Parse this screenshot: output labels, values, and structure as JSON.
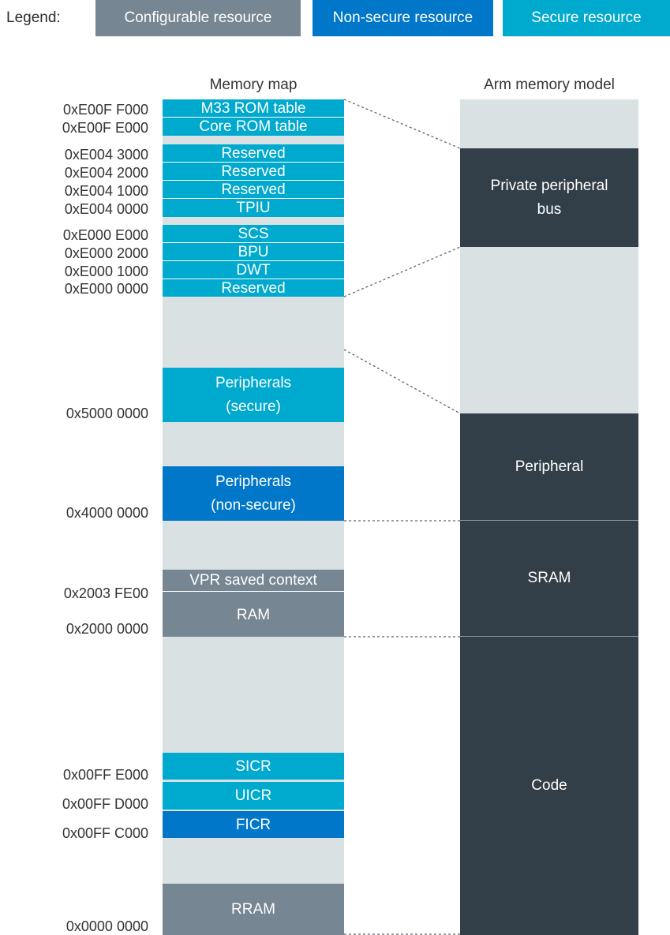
{
  "legend": {
    "label": "Legend:",
    "configurable": "Configurable resource",
    "non_secure": "Non-secure resource",
    "secure": "Secure resource"
  },
  "colors": {
    "secure": "#00a9ce",
    "non_secure": "#0077c8",
    "configurable": "#768692",
    "empty": "#d9e1e2",
    "arm_region": "#333f48"
  },
  "memory_map": {
    "title": "Memory map",
    "blocks": {
      "m33_rom_table": "M33 ROM table",
      "core_rom_table": "Core ROM table",
      "reserved_3000": "Reserved",
      "reserved_2000": "Reserved",
      "reserved_1000": "Reserved",
      "tpiu": "TPIU",
      "scs": "SCS",
      "bpu": "BPU",
      "dwt": "DWT",
      "reserved_0000": "Reserved",
      "peripherals_secure_1": "Peripherals",
      "peripherals_secure_2": "(secure)",
      "peripherals_nonsecure_1": "Peripherals",
      "peripherals_nonsecure_2": "(non-secure)",
      "vpr_saved_context": "VPR saved context",
      "ram": "RAM",
      "sicr": "SICR",
      "uicr": "UICR",
      "ficr": "FICR",
      "rram": "RRAM"
    },
    "addresses": {
      "e00ff000": "0xE00F F000",
      "e00fe000": "0xE00F E000",
      "e0043000": "0xE004 3000",
      "e0042000": "0xE004 2000",
      "e0041000": "0xE004 1000",
      "e0040000": "0xE004 0000",
      "e000e000": "0xE000 E000",
      "e0002000": "0xE000 2000",
      "e0001000": "0xE000 1000",
      "e0000000": "0xE000 0000",
      "p50000000": "0x5000 0000",
      "p40000000": "0x4000 0000",
      "r2003fe00": "0x2003 FE00",
      "r20000000": "0x2000 0000",
      "c00ffe000": "0x00FF E000",
      "c00ffd000": "0x00FF D000",
      "c00ffc000": "0x00FF C000",
      "c00000000": "0x0000 0000"
    }
  },
  "arm_model": {
    "title": "Arm memory model",
    "ppb_1": "Private peripheral",
    "ppb_2": "bus",
    "peripheral": "Peripheral",
    "sram": "SRAM",
    "code": "Code"
  }
}
